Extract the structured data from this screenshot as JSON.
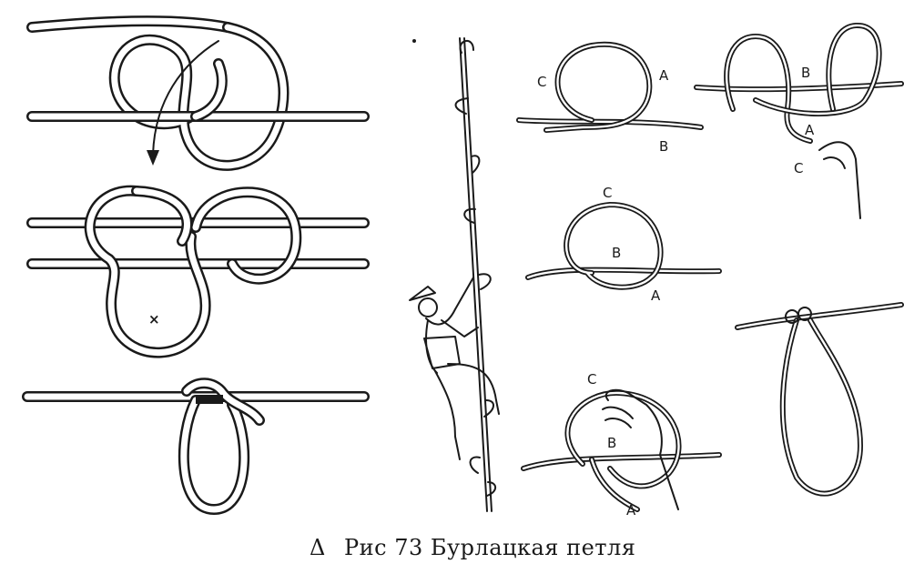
{
  "caption": {
    "prefix": "Δ",
    "text": "Рис 73 Бурлацкая петля"
  },
  "labels": {
    "a": "А",
    "b": "В",
    "c": "С",
    "cross": "×"
  },
  "ink_color": "#1a1a1a"
}
